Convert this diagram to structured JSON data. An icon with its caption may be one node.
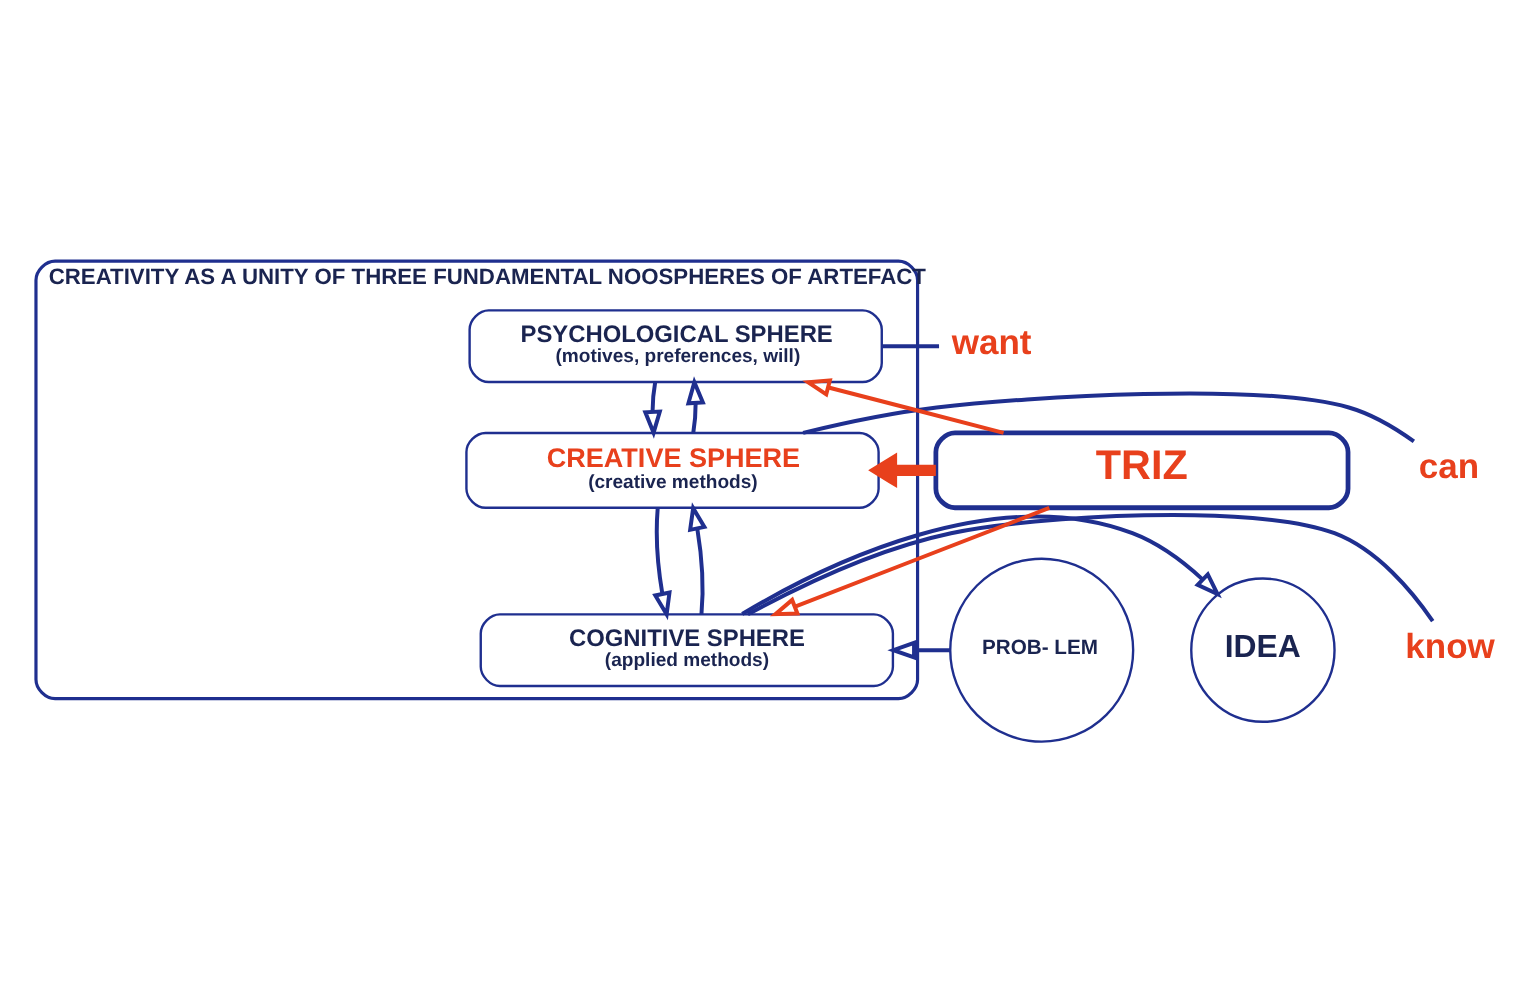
{
  "diagram": {
    "nodes": [
      {
        "text": [
          "CREATIVITY AS A UNITY OF THREE FUNDAMENTAL NOOSPHERES OF ARTEFACT"
        ]
      },
      {
        "text": [
          "PSYCHOLOGICAL SPHERE",
          "(motives, preferences, will)"
        ],
        "in": 0
      },
      {
        "text": [
          "CREATIVE SPHERE",
          "(creative methods)"
        ],
        "in": 0
      },
      {
        "text": [
          "COGNITIVE SPHERE",
          "(applied methods)"
        ],
        "in": 0
      },
      {
        "text": [
          "TRIZ"
        ]
      },
      {
        "text": [
          "PROB- LEM"
        ]
      },
      {
        "text": [
          "IDEA"
        ]
      },
      {
        "text": [
          "want"
        ]
      },
      {
        "text": [
          "can"
        ]
      },
      {
        "text": [
          "know"
        ]
      }
    ],
    "edges": [
      {
        "from": 4,
        "to": 1,
        "arrow": "to",
        "color": "#e8401c"
      },
      {
        "from": 4,
        "to": 2,
        "arrow": "to",
        "style": "thick",
        "color": "#e8401c"
      },
      {
        "from": 4,
        "to": 3,
        "arrow": "to",
        "color": "#e8401c"
      },
      {
        "from": 2,
        "to": 1,
        "arrow": "to"
      },
      {
        "from": 1,
        "to": 2,
        "arrow": "to"
      },
      {
        "from": 3,
        "to": 2,
        "arrow": "to"
      },
      {
        "from": 2,
        "to": 3,
        "arrow": "to"
      },
      {
        "from": 5,
        "to": 3,
        "arrow": "to"
      },
      {
        "from": 3,
        "to": 6,
        "arrow": "to"
      },
      {
        "from": 7,
        "to": 1,
        "arrow": "none"
      },
      {
        "from": 8,
        "to": 2,
        "arrow": "none"
      },
      {
        "from": 9,
        "to": 3,
        "arrow": "none"
      }
    ]
  }
}
